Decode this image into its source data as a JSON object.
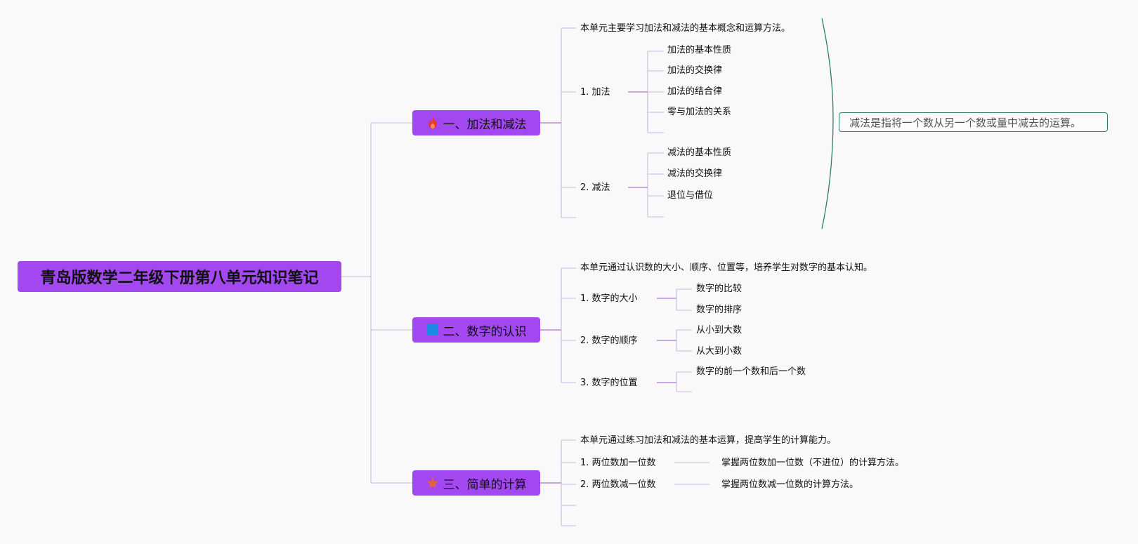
{
  "title": "青岛版数学二年级下册第八单元知识笔记",
  "topics": [
    {
      "label": "一、加法和减法",
      "icon": "fire-icon",
      "intro": "本单元主要学习加法和减法的基本概念和运算方法。",
      "subs": [
        {
          "label": "1. 加法",
          "items": [
            "加法的基本性质",
            "加法的交换律",
            "加法的结合律",
            "零与加法的关系"
          ]
        },
        {
          "label": "2. 减法",
          "items": [
            "减法的基本性质",
            "减法的交换律",
            "退位与借位"
          ]
        }
      ],
      "summary": "减法是指将一个数从另一个数或量中减去的运算。"
    },
    {
      "label": "二、数字的认识",
      "icon": "blue-square-icon",
      "intro": "本单元通过认识数的大小、顺序、位置等，培养学生对数字的基本认知。",
      "subs": [
        {
          "label": "1. 数字的大小",
          "items": [
            "数字的比较",
            "数字的排序"
          ]
        },
        {
          "label": "2. 数字的顺序",
          "items": [
            "从小到大数",
            "从大到小数"
          ]
        },
        {
          "label": "3. 数字的位置",
          "items": [
            "数字的前一个数和后一个数"
          ]
        }
      ]
    },
    {
      "label": "三、简单的计算",
      "icon": "star-icon",
      "intro": "本单元通过练习加法和减法的基本运算，提高学生的计算能力。",
      "subs": [
        {
          "label": "1. 两位数加一位数",
          "detail": "掌握两位数加一位数（不进位）的计算方法。"
        },
        {
          "label": "2. 两位数减一位数",
          "detail": "掌握两位数减一位数的计算方法。"
        }
      ]
    }
  ],
  "colors": {
    "node": "#a347f0",
    "connector": "#c9b4dc",
    "connector_strong": "#a347f0",
    "summary_border": "#2e7d6c"
  }
}
